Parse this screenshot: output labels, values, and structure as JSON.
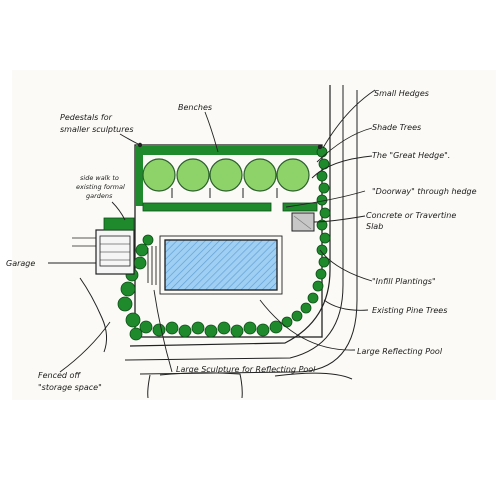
{
  "labels": {
    "small_hedges": "Small Hedges",
    "benches": "Benches",
    "pedestals_line1": "Pedestals for",
    "pedestals_line2": "smaller sculptures",
    "shade_trees": "Shade Trees",
    "great_hedge": "The \"Great Hedge\".",
    "sidewalk_line1": "side walk to",
    "sidewalk_line2": "existing formal",
    "sidewalk_line3": "gardens",
    "doorway_hedge": "\"Doorway\" through hedge",
    "concrete_line1": "Concrete or Travertine",
    "concrete_line2": "Slab",
    "garage": "Garage",
    "infill_plantings": "\"Infill Plantings\"",
    "existing_pine_trees": "Existing Pine Trees",
    "large_reflecting_pool": "Large Reflecting Pool",
    "fenced_line1": "Fenced off",
    "fenced_line2": "\"storage space\"",
    "large_sculpture": "Large Sculpture for Reflecting Pool"
  },
  "colors": {
    "hedge_dark": "#1e8a2c",
    "tree_light": "#8ed36a",
    "pool_blue": "#8cc6ee",
    "slab_gray": "#c7c7c7",
    "ink": "#1b1b1b"
  }
}
